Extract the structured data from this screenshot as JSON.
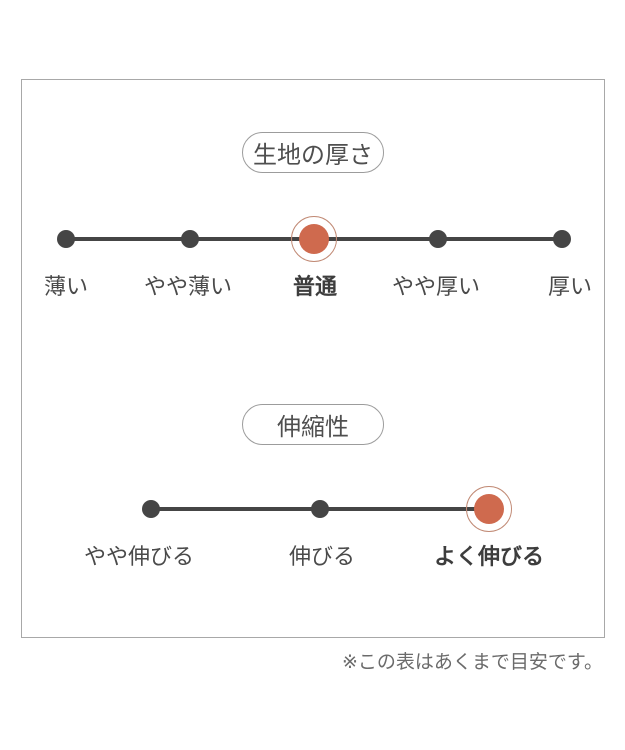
{
  "colors": {
    "accent": "#cf6a4e",
    "accent_ring": "#c18a75",
    "scale_line": "#454545",
    "label_text": "#4a4a4a",
    "note_text": "#6b6b6b",
    "panel_border": "#a8a8a8"
  },
  "panel": {
    "scales": [
      {
        "title": "生地の厚さ",
        "options": [
          {
            "label": "薄い",
            "selected": false
          },
          {
            "label": "やや薄い",
            "selected": false
          },
          {
            "label": "普通",
            "selected": true
          },
          {
            "label": "やや厚い",
            "selected": false
          },
          {
            "label": "厚い",
            "selected": false
          }
        ]
      },
      {
        "title": "伸縮性",
        "options": [
          {
            "label": "やや伸びる",
            "selected": false
          },
          {
            "label": "伸びる",
            "selected": false
          },
          {
            "label": "よく伸びる",
            "selected": true
          }
        ]
      }
    ]
  },
  "footer": {
    "note": "※この表はあくまで目安です。"
  }
}
